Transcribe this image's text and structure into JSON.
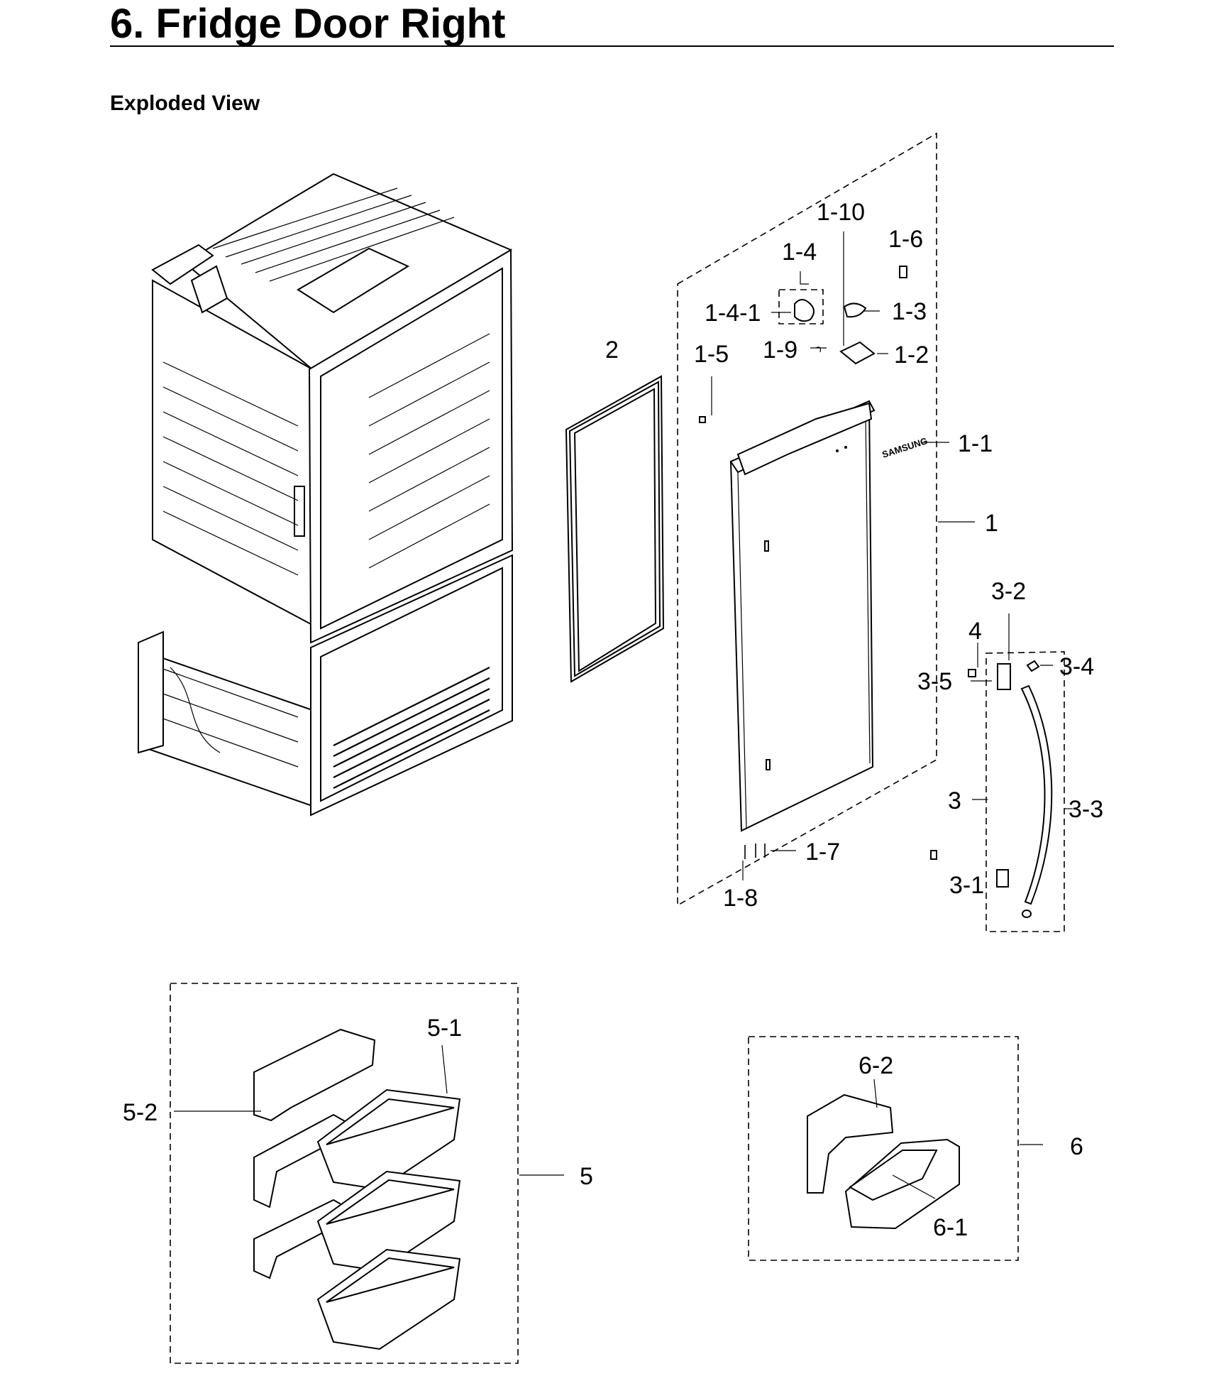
{
  "title": "6.  Fridge Door Right",
  "subtitle": "Exploded View",
  "brand_mark": "SAMSUNG",
  "callouts": {
    "c1_10": "1-10",
    "c1_6": "1-6",
    "c1_4": "1-4",
    "c1_4_1": "1-4-1",
    "c1_3": "1-3",
    "c2": "2",
    "c1_5": "1-5",
    "c1_9": "1-9",
    "c1_2": "1-2",
    "c1_1": "1-1",
    "c1": "1",
    "c3_2": "3-2",
    "c4": "4",
    "c3_4": "3-4",
    "c3_5": "3-5",
    "c3": "3",
    "c3_3": "3-3",
    "c1_7": "1-7",
    "c3_1": "3-1",
    "c1_8": "1-8",
    "c5_1": "5-1",
    "c5_2": "5-2",
    "c5": "5",
    "c6_2": "6-2",
    "c6": "6",
    "c6_1": "6-1"
  }
}
